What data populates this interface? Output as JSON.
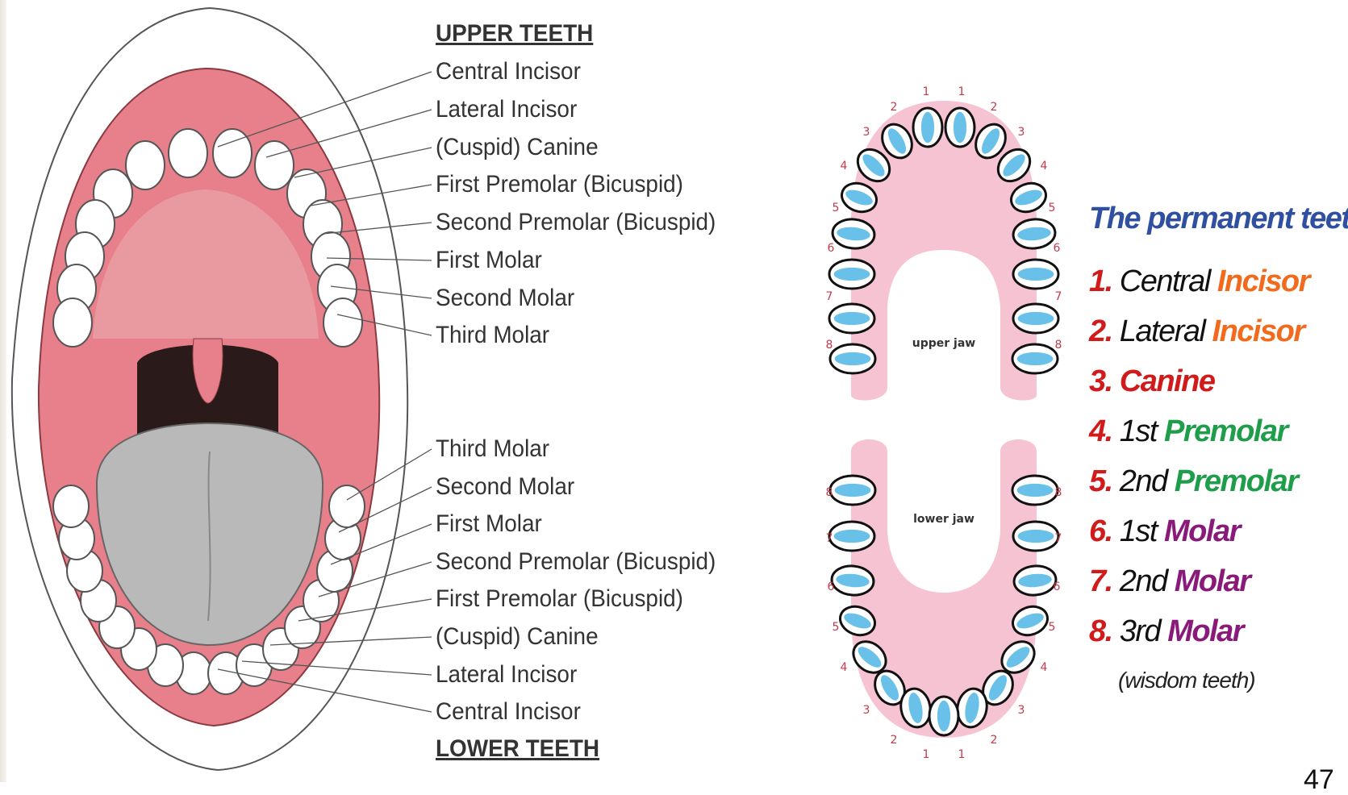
{
  "left_diagram": {
    "upper_header": "UPPER TEETH",
    "upper_labels": [
      "Central Incisor",
      "Lateral Incisor",
      "(Cuspid) Canine",
      "First Premolar (Bicuspid)",
      "Second Premolar (Bicuspid)",
      "First Molar",
      "Second Molar",
      "Third Molar"
    ],
    "lower_labels": [
      "Third Molar",
      "Second Molar",
      "First Molar",
      "Second Premolar (Bicuspid)",
      "First Premolar (Bicuspid)",
      "(Cuspid) Canine",
      "Lateral Incisor",
      "Central Incisor"
    ],
    "lower_header": "LOWER TEETH"
  },
  "jaw_diagram": {
    "upper_jaw_label": "upper jaw",
    "lower_jaw_label": "lower jaw",
    "tooth_numbers": [
      "1",
      "2",
      "3",
      "4",
      "5",
      "6",
      "7",
      "8"
    ]
  },
  "legend": {
    "title": "The permanent teeth",
    "items": [
      {
        "num": "1.",
        "ord": "Central",
        "type": "Incisor",
        "color": "#f26b1d"
      },
      {
        "num": "2.",
        "ord": "Lateral",
        "type": "Incisor",
        "color": "#f26b1d"
      },
      {
        "num": "3.",
        "ord": "",
        "type": "Canine",
        "color": "#d11a1a"
      },
      {
        "num": "4.",
        "ord": "1st",
        "type": "Premolar",
        "color": "#1e9e4a"
      },
      {
        "num": "5.",
        "ord": "2nd",
        "type": "Premolar",
        "color": "#1e9e4a"
      },
      {
        "num": "6.",
        "ord": "1st",
        "type": "Molar",
        "color": "#8a1a7a"
      },
      {
        "num": "7.",
        "ord": "2nd",
        "type": "Molar",
        "color": "#8a1a7a"
      },
      {
        "num": "8.",
        "ord": "3rd",
        "type": "Molar",
        "color": "#8a1a7a"
      }
    ],
    "note": "(wisdom teeth)"
  },
  "page_number": "47",
  "colors": {
    "gum": "#e7808a",
    "gum_light": "#f2b8bd",
    "jaw_pink": "#f6c3d3",
    "tooth_blue": "#4fb6e6",
    "tongue": "#b9b9b9",
    "throat": "#2a1a1a",
    "title_blue": "#2f4fa0"
  }
}
